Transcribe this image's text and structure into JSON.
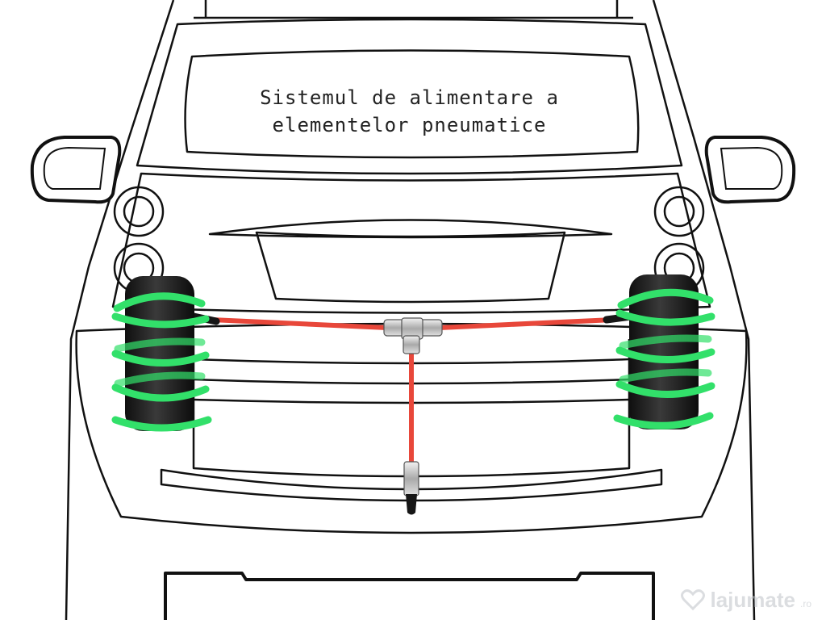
{
  "diagram": {
    "caption_line1": "Sistemul de alimentare a",
    "caption_line2": "elementelor pneumatice",
    "colors": {
      "outline": "#111111",
      "air_line": "#e8473a",
      "spring": "#32e06a",
      "air_bag": "#1c1c1c",
      "fitting": "#b8b8b8"
    },
    "components": [
      {
        "name": "air-bag-left",
        "icon": "air-spring-icon"
      },
      {
        "name": "air-bag-right",
        "icon": "air-spring-icon"
      },
      {
        "name": "tee-fitting",
        "icon": "tee-connector-icon"
      },
      {
        "name": "fill-valve",
        "icon": "schrader-valve-icon"
      }
    ]
  },
  "watermark": {
    "brand": "lajumate",
    "tld": ".ro",
    "icon": "heart-logo-icon"
  }
}
